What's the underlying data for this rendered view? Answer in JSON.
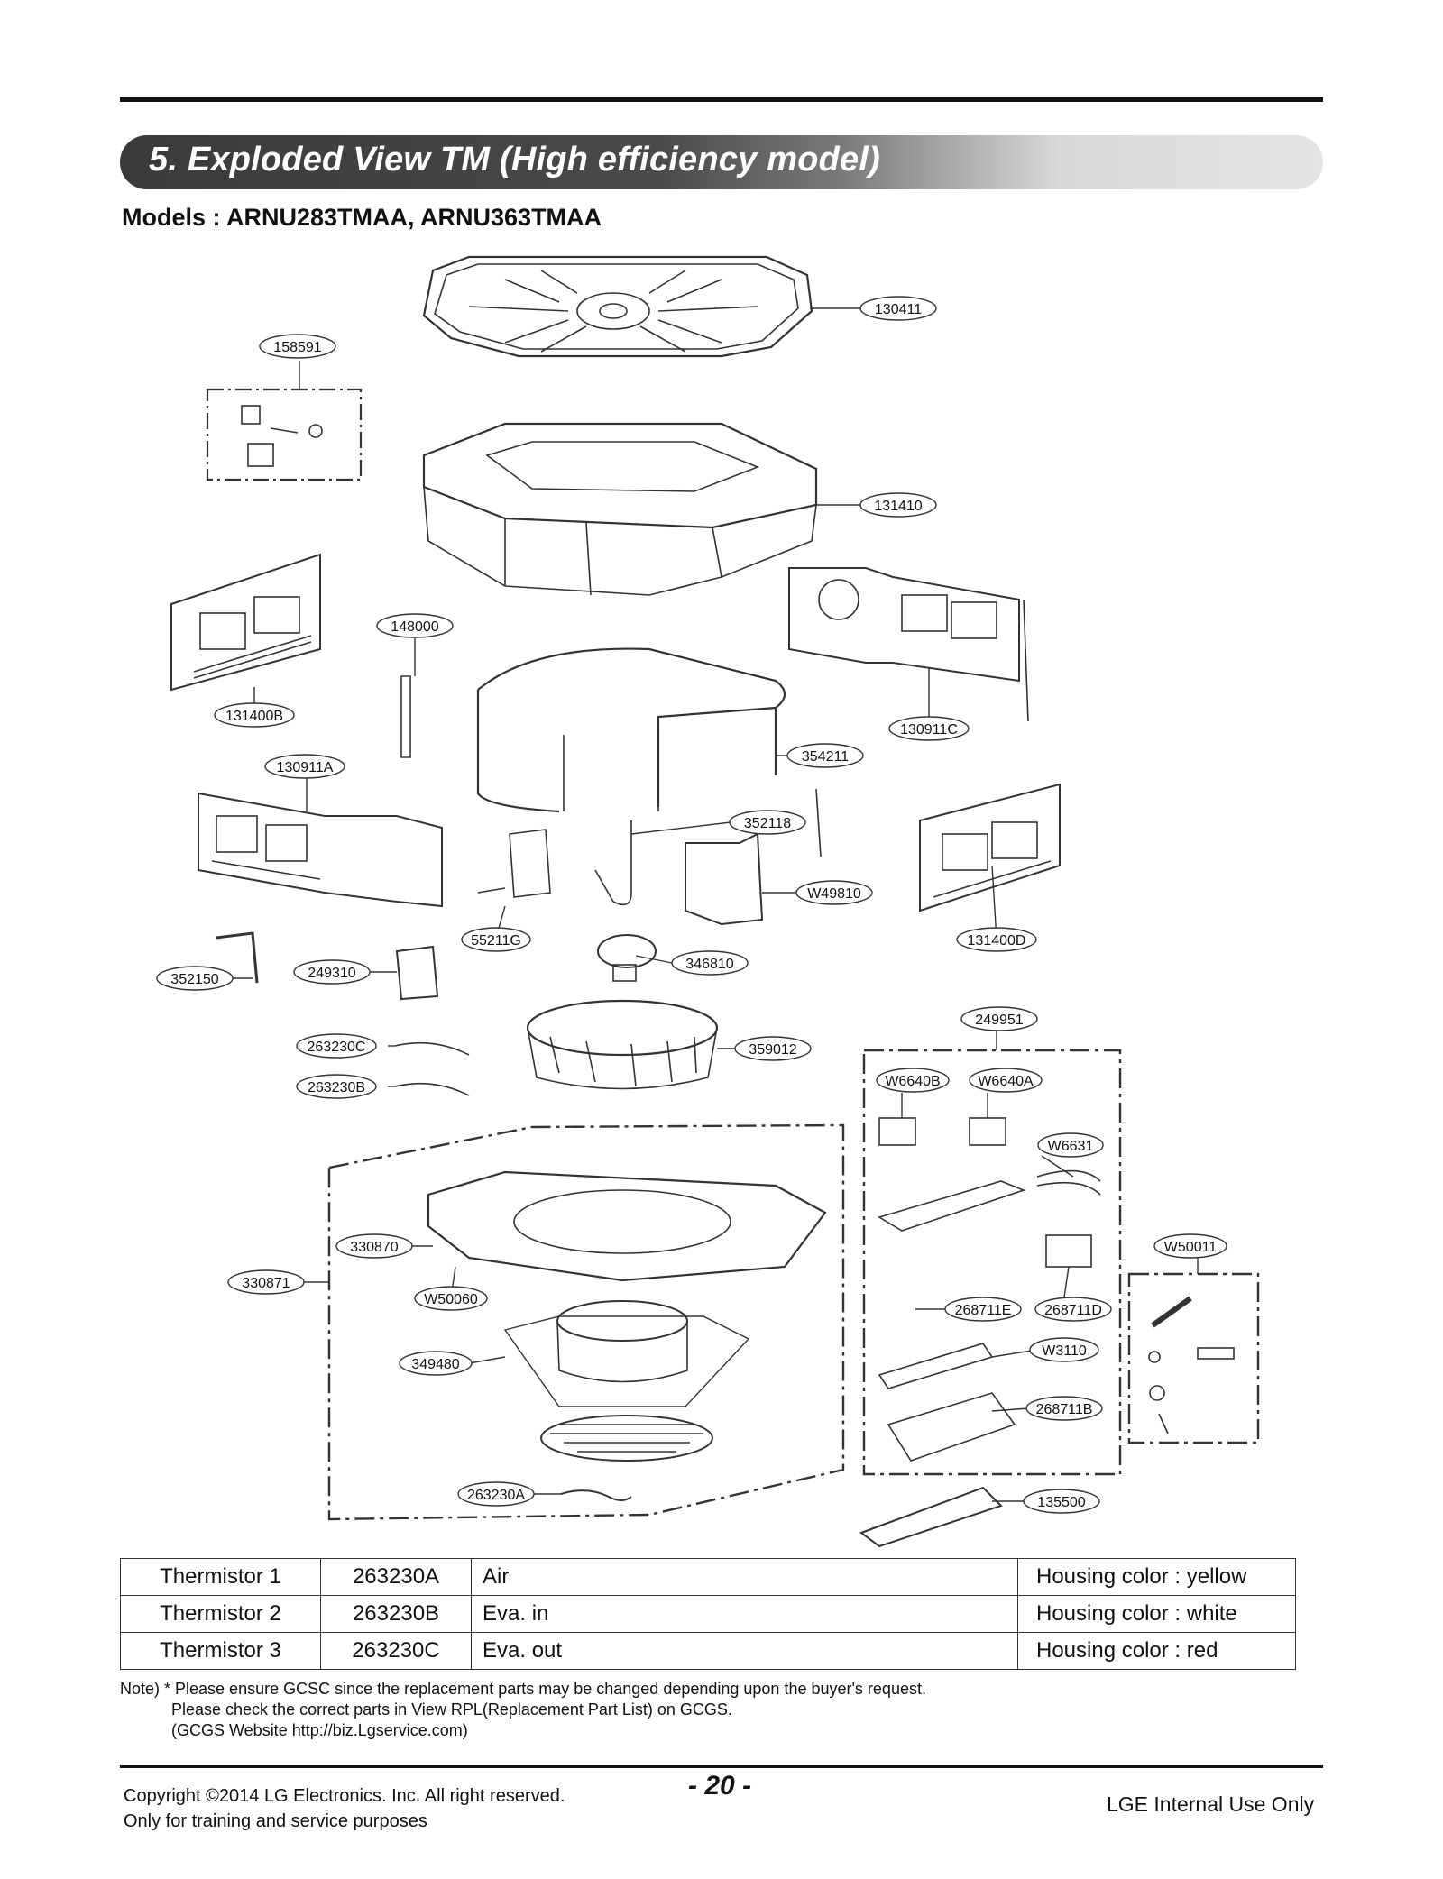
{
  "header": {
    "banner_title": "5. Exploded View TM (High efficiency model)",
    "models_line": "Models : ARNU283TMAA, ARNU363TMAA"
  },
  "diagram": {
    "part_labels": {
      "p130411": "130411",
      "p158591": "158591",
      "p131410": "131410",
      "p148000": "148000",
      "p131400B": "131400B",
      "p130911C": "130911C",
      "p130911A": "130911A",
      "p354211": "354211",
      "p352118": "352118",
      "pW49810": "W49810",
      "p131400D": "131400D",
      "p55211G": "55211G",
      "p352150": "352150",
      "p249310": "249310",
      "p346810": "346810",
      "p249951": "249951",
      "p263230C": "263230C",
      "p359012": "359012",
      "p263230B": "263230B",
      "pW6640B": "W6640B",
      "pW6640A": "W6640A",
      "pW6631": "W6631",
      "p330870": "330870",
      "p330871": "330871",
      "pW50060": "W50060",
      "pW50011": "W50011",
      "p268711E": "268711E",
      "p268711D": "268711D",
      "p349480": "349480",
      "pW3110": "W3110",
      "p268711B": "268711B",
      "p263230A": "263230A",
      "p135500": "135500"
    }
  },
  "thermistor_table": {
    "rows": [
      {
        "name": "Thermistor 1",
        "code": "263230A",
        "location": "Air",
        "housing": "Housing color : yellow"
      },
      {
        "name": "Thermistor 2",
        "code": "263230B",
        "location": "Eva. in",
        "housing": "Housing color : white"
      },
      {
        "name": "Thermistor 3",
        "code": "263230C",
        "location": "Eva. out",
        "housing": "Housing color : red"
      }
    ]
  },
  "note": {
    "line1": "Note) * Please ensure GCSC since the replacement parts may be changed depending upon the buyer's request.",
    "line2": "Please check the correct parts in View RPL(Replacement Part List) on GCGS.",
    "line3": "(GCGS Website http://biz.Lgservice.com)"
  },
  "footer": {
    "copyright_line1": "Copyright ©2014 LG Electronics. Inc. All right reserved.",
    "copyright_line2": "Only for training and service purposes",
    "page_number": "- 20 -",
    "internal_use": "LGE Internal Use Only"
  }
}
